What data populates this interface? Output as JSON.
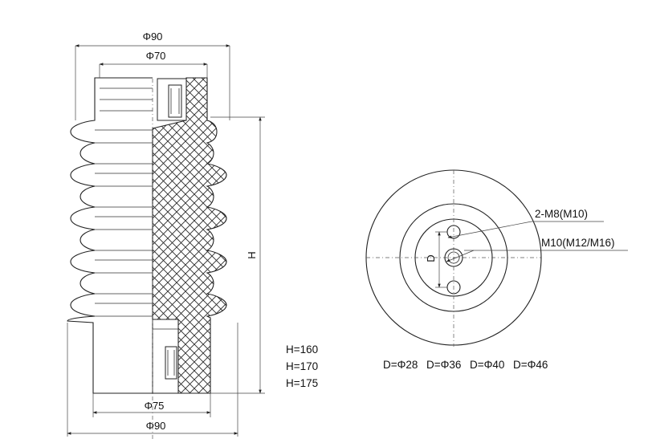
{
  "labels": {
    "top_outer_diameter": "Φ90",
    "top_inner_diameter": "Φ70",
    "height_symbol": "H",
    "bottom_inner_diameter": "Φ75",
    "bottom_outer_diameter": "Φ90",
    "thread_small": "2-M8(M10)",
    "thread_center": "M10(M12/M16)",
    "pcd_symbol": "D"
  },
  "height_options": [
    "H=160",
    "H=170",
    "H=175"
  ],
  "pcd_options": [
    "D=Φ28",
    "D=Φ36",
    "D=Φ40",
    "D=Φ46"
  ]
}
